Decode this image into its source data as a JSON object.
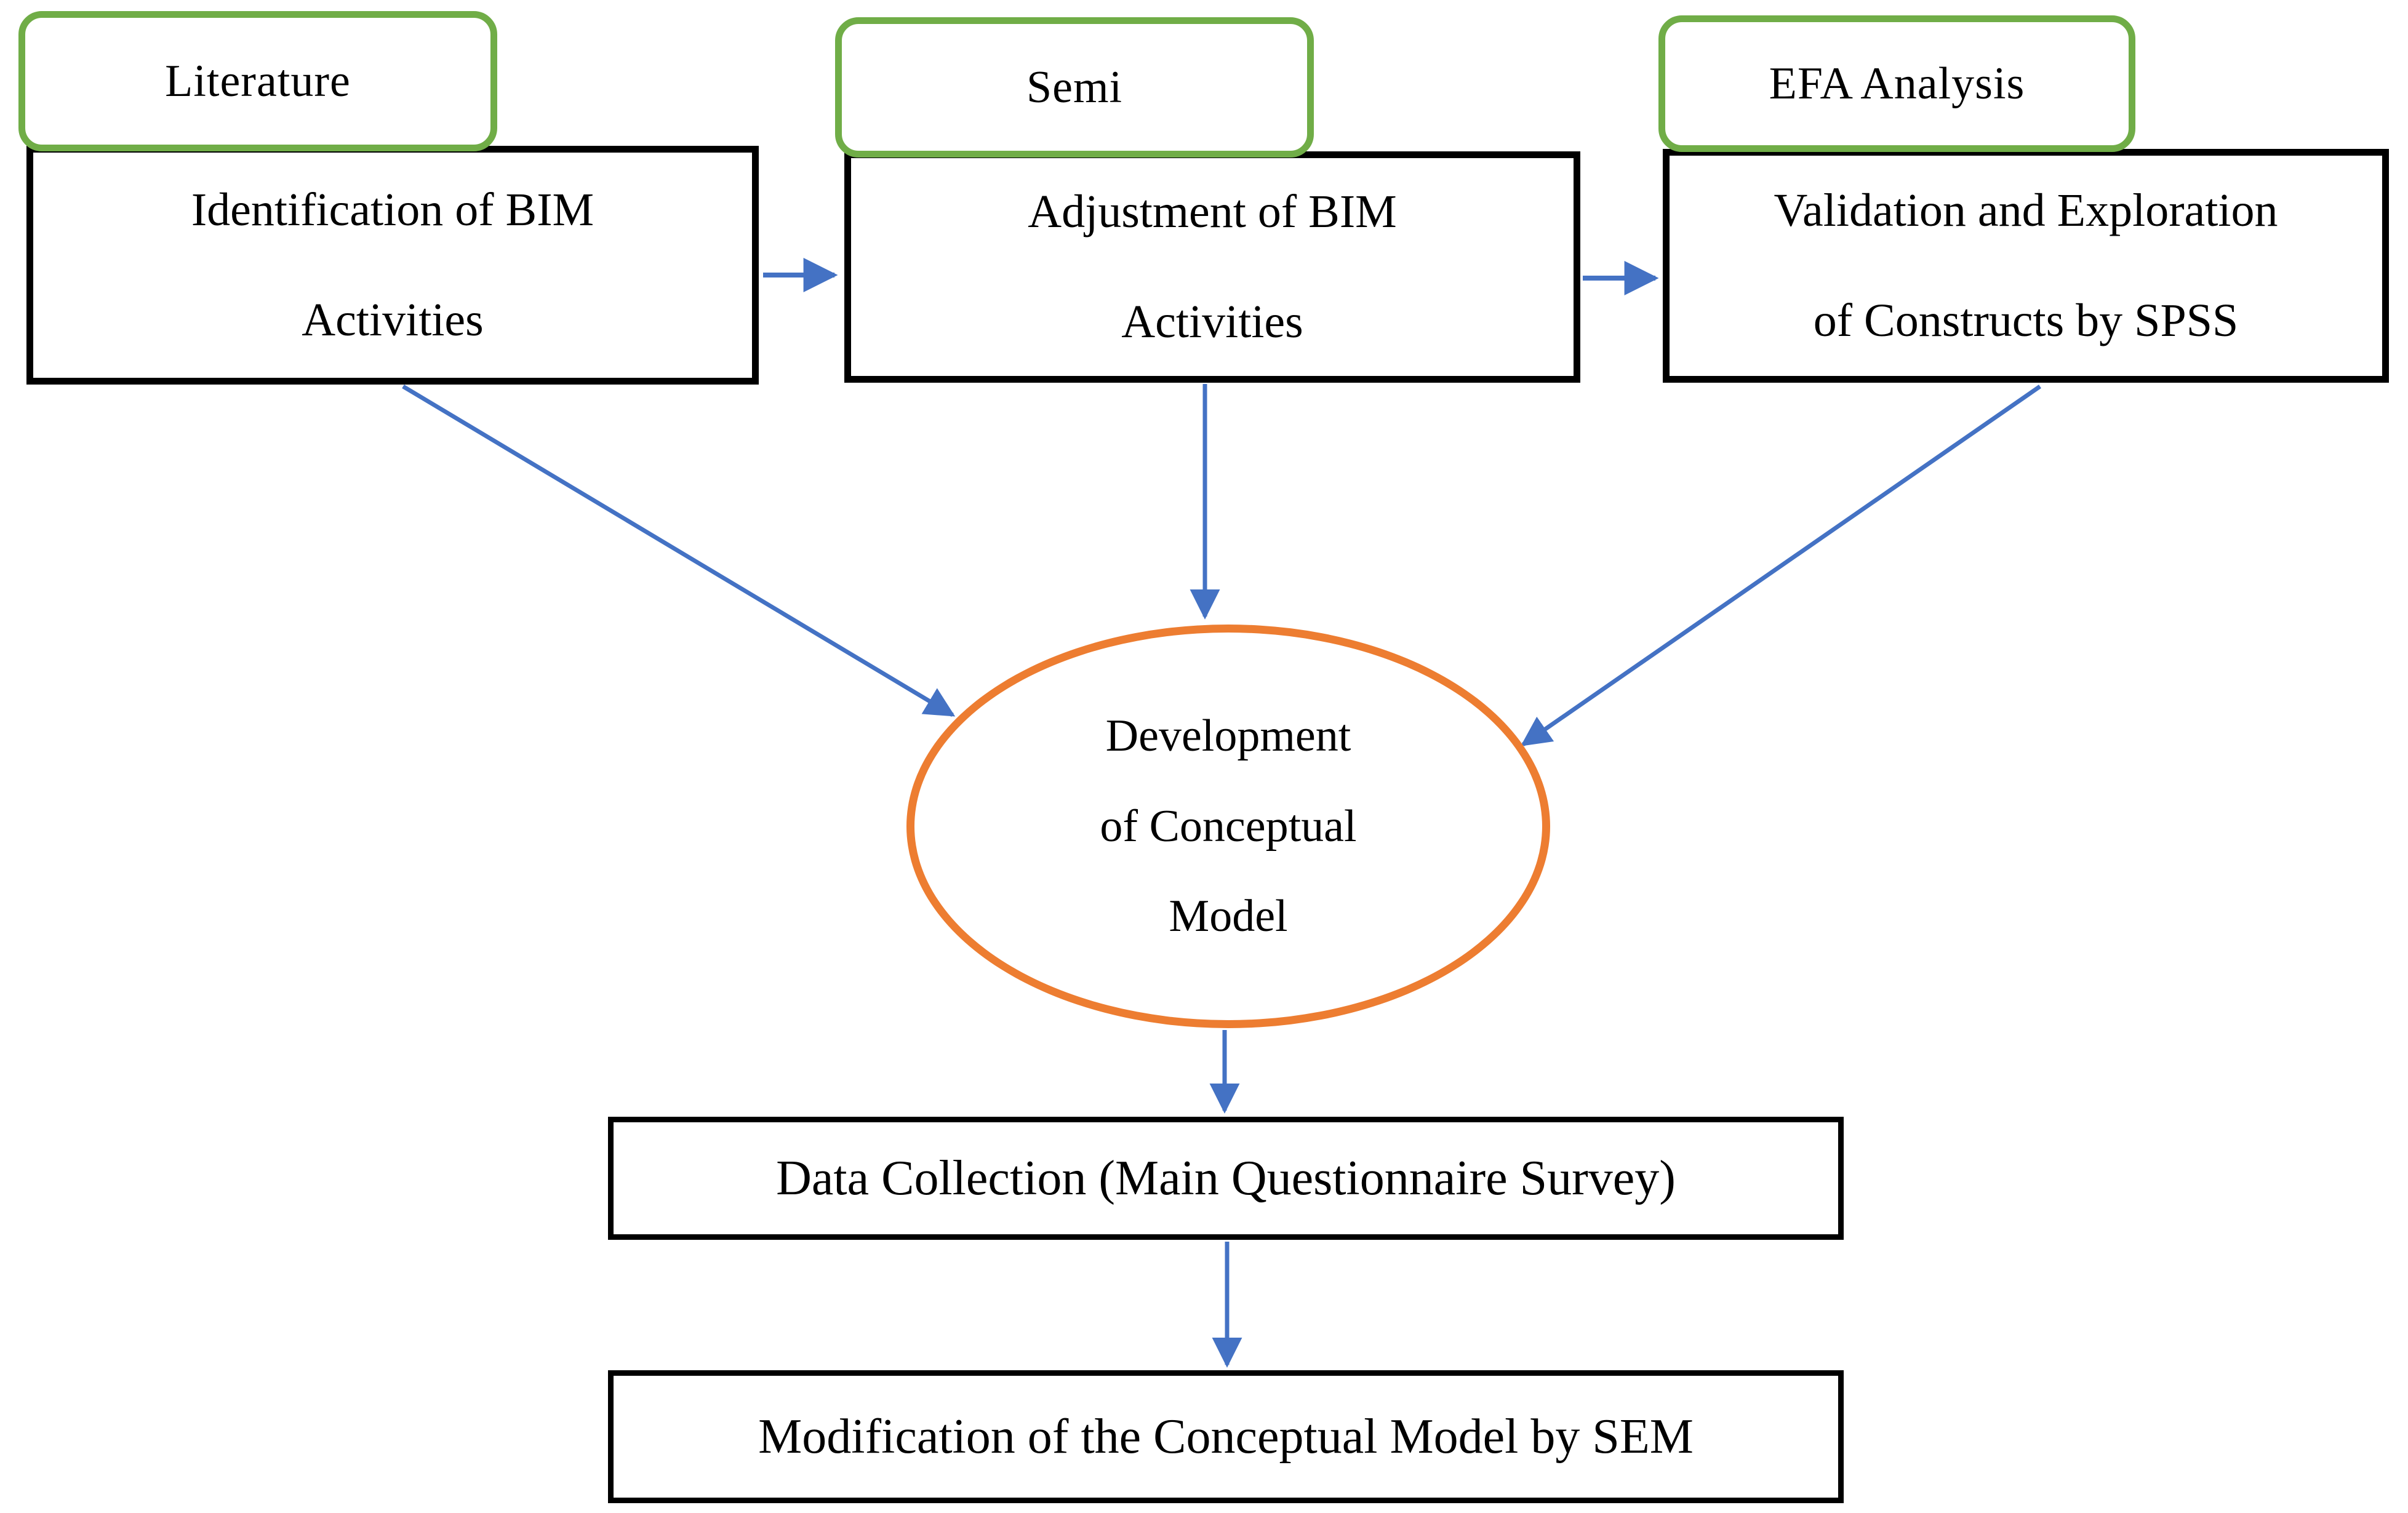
{
  "diagram": {
    "colors": {
      "tag_border_green": "#70AD47",
      "arrow_blue": "#4472C4",
      "ellipse_orange": "#ED7D31",
      "box_border_black": "#000000",
      "background": "#ffffff"
    },
    "green_tags": [
      {
        "label": "Literature"
      },
      {
        "label": "Semi"
      },
      {
        "label": "EFA Analysis"
      }
    ],
    "process_boxes": [
      {
        "lines": [
          "Identification of BIM",
          "Activities"
        ]
      },
      {
        "lines": [
          "Adjustment of BIM",
          "Activities"
        ]
      },
      {
        "lines": [
          "Validation and Exploration",
          "of Constructs by SPSS"
        ]
      }
    ],
    "ellipse": {
      "lines": [
        "Development",
        "of Conceptual",
        "Model"
      ]
    },
    "bottom_boxes": [
      {
        "label": "Data Collection (Main Questionnaire Survey)"
      },
      {
        "label": "Modification of the Conceptual Model by SEM"
      }
    ]
  }
}
